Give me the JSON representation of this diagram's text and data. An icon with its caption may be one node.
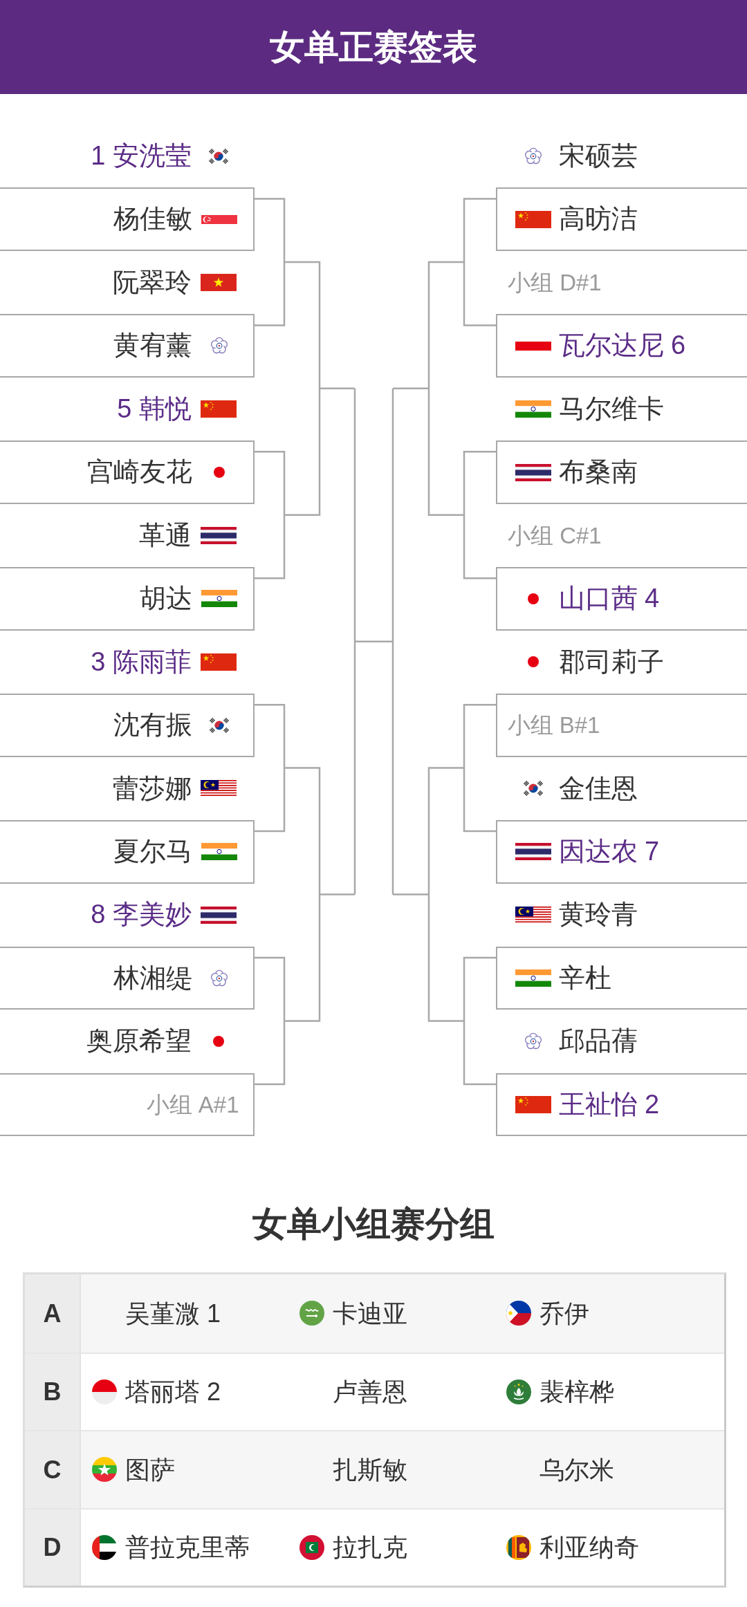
{
  "diagram": {
    "title": "女单正赛签表",
    "nodes": [
      {
        "text": [
          "杨佳敏"
        ]
      },
      {
        "text": [
          "黄宥薰"
        ]
      },
      {
        "text": [
          "宫崎友花"
        ]
      },
      {
        "text": [
          "胡达"
        ]
      },
      {
        "text": [
          "沈有振"
        ]
      },
      {
        "text": [
          "夏尔马"
        ]
      },
      {
        "text": [
          "林湘缇"
        ]
      },
      {
        "text": [
          "小组 A#1"
        ]
      },
      {
        "text": [
          "高昉洁"
        ]
      },
      {
        "text": [
          "瓦尔达尼 6"
        ]
      },
      {
        "text": [
          "布桑南"
        ]
      },
      {
        "text": [
          "山口茜 4"
        ]
      },
      {
        "text": [
          "小组 B#1"
        ]
      },
      {
        "text": [
          "因达农 7"
        ]
      },
      {
        "text": [
          "辛杜"
        ]
      },
      {
        "text": [
          "王祉怡 2"
        ]
      }
    ],
    "edges": [
      {
        "from": 0,
        "to": 1,
        "arrow": "none"
      },
      {
        "from": 2,
        "to": 3,
        "arrow": "none"
      },
      {
        "from": 4,
        "to": 5,
        "arrow": "none"
      },
      {
        "from": 6,
        "to": 7,
        "arrow": "none"
      },
      {
        "from": 8,
        "to": 9,
        "arrow": "none"
      },
      {
        "from": 10,
        "to": 11,
        "arrow": "none"
      },
      {
        "from": 12,
        "to": 13,
        "arrow": "none"
      },
      {
        "from": 14,
        "to": 15,
        "arrow": "none"
      }
    ],
    "labels": [
      "1 安洗莹",
      "阮翠玲",
      "5 韩悦",
      "革通",
      "3 陈雨菲",
      "蕾莎娜",
      "8 李美妙",
      "奥原希望",
      "宋硕芸",
      "小组 D#1",
      "马尔维卡",
      "小组 C#1",
      "郡司莉子",
      "金佳恩",
      "黄玲青",
      "邱品蒨",
      "女单小组赛分组",
      "A",
      "吴堇溦 1",
      "卡迪亚",
      "乔伊",
      "B",
      "塔丽塔 2",
      "卢善恩",
      "裴梓桦",
      "C",
      "图萨",
      "扎斯敏",
      "乌尔米",
      "D",
      "普拉克里蒂",
      "拉扎克",
      "利亚纳奇"
    ]
  }
}
